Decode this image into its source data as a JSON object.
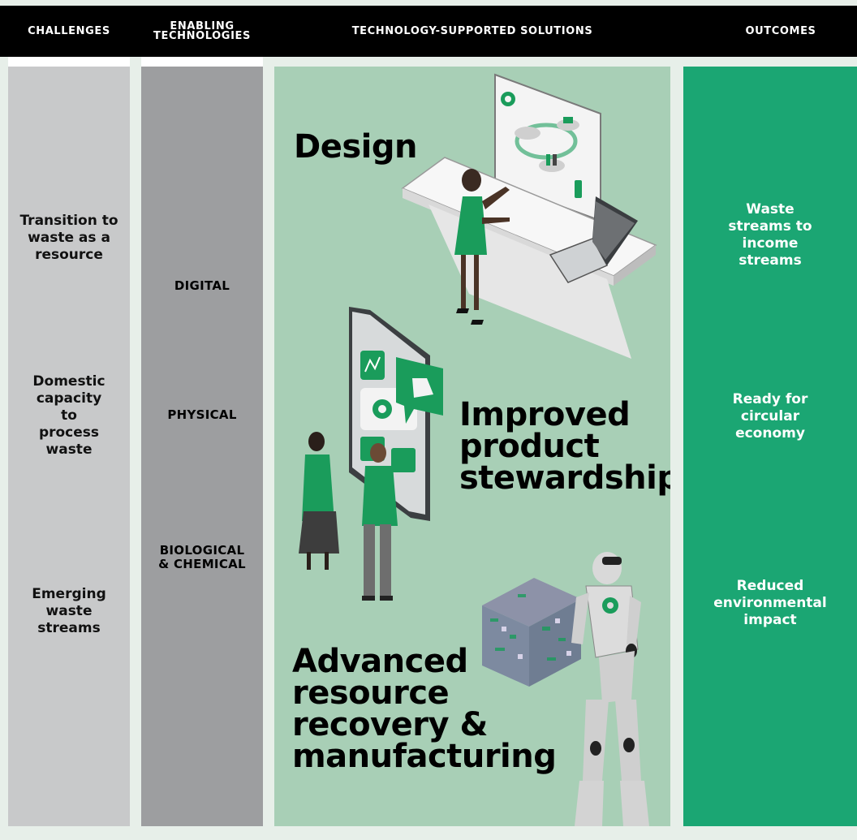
{
  "header": {
    "challenges": "CHALLENGES",
    "enabling_technologies": "ENABLING TECHNOLOGIES",
    "solutions": "TECHNOLOGY-SUPPORTED SOLUTIONS",
    "outcomes": "OUTCOMES"
  },
  "challenges": [
    "Transition to waste as a resource",
    "Domestic capacity to process waste",
    "Emerging waste streams"
  ],
  "technologies": [
    "DIGITAL",
    "PHYSICAL",
    "BIOLOGICAL & CHEMICAL"
  ],
  "solutions": [
    "Design",
    "Improved product stewardship",
    "Advanced resource recovery & manufacturing"
  ],
  "outcomes": [
    "Waste streams to income streams",
    "Ready for circular economy",
    "Reduced environmental impact"
  ],
  "colors": {
    "header_bg": "#000000",
    "challenges_col": "#c8c9ca",
    "technologies_col": "#9d9ea0",
    "solutions_col": "#a8cfb6",
    "outcomes_col": "#1ba673",
    "accent_green": "#1a9c5b"
  }
}
